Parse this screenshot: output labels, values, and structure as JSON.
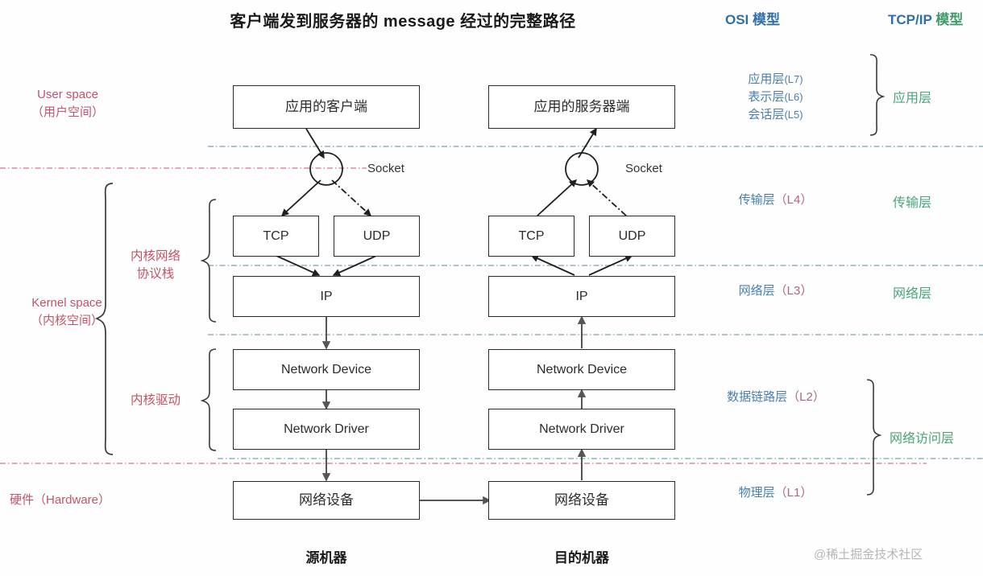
{
  "title": "客户端发到服务器的 message 经过的完整路径",
  "columns": {
    "osi_header": "OSI 模型",
    "tcpip_header_latin": "TCP/IP",
    "tcpip_header_cjk": " 模型"
  },
  "colors": {
    "osi_blue": "#4a7fb0",
    "osi_header_blue": "#2f6fa8",
    "tcpip_green": "#4aa37a",
    "tcpip_header_green": "#3f9a6a",
    "left_pink": "#c4526a",
    "box_border": "#2b2b2b",
    "divider_pink": "#d98c9e",
    "divider_teal": "#7fa8b8",
    "watermark_gray": "#b6b6b6"
  },
  "left_labels": {
    "user_space_en": "User space",
    "user_space_cn": "（用户空间）",
    "kernel_space_en": "Kernel space",
    "kernel_space_cn": "（内核空间）",
    "hardware": "硬件（Hardware）",
    "kernel_net_stack_l1": "内核网络",
    "kernel_net_stack_l2": "协议栈",
    "kernel_driver": "内核驱动"
  },
  "source_machine": {
    "label": "源机器",
    "app": "应用的客户端",
    "socket": "Socket",
    "tcp": "TCP",
    "udp": "UDP",
    "ip": "IP",
    "net_device": "Network Device",
    "net_driver": "Network Driver",
    "hw_device": "网络设备"
  },
  "dest_machine": {
    "label": "目的机器",
    "app": "应用的服务器端",
    "socket": "Socket",
    "tcp": "TCP",
    "udp": "UDP",
    "ip": "IP",
    "net_device": "Network Device",
    "net_driver": "Network Driver",
    "hw_device": "网络设备"
  },
  "osi_layers": {
    "l7_name": "应用层",
    "l7_num": "(L7)",
    "l6_name": "表示层",
    "l6_num": "(L6)",
    "l5_name": "会话层",
    "l5_num": "(L5)",
    "l4": "传输层（L4）",
    "l4_name": "传输层",
    "l4_num": "（L4）",
    "l3_name": "网络层",
    "l3_num": "（L3）",
    "l2_name": "数据链路层",
    "l2_num": "（L2）",
    "l1_name": "物理层",
    "l1_num": "（L1）"
  },
  "tcpip_layers": {
    "application": "应用层",
    "transport": "传输层",
    "internet": "网络层",
    "network_access": "网络访问层"
  },
  "watermark": "@稀土掘金技术社区"
}
